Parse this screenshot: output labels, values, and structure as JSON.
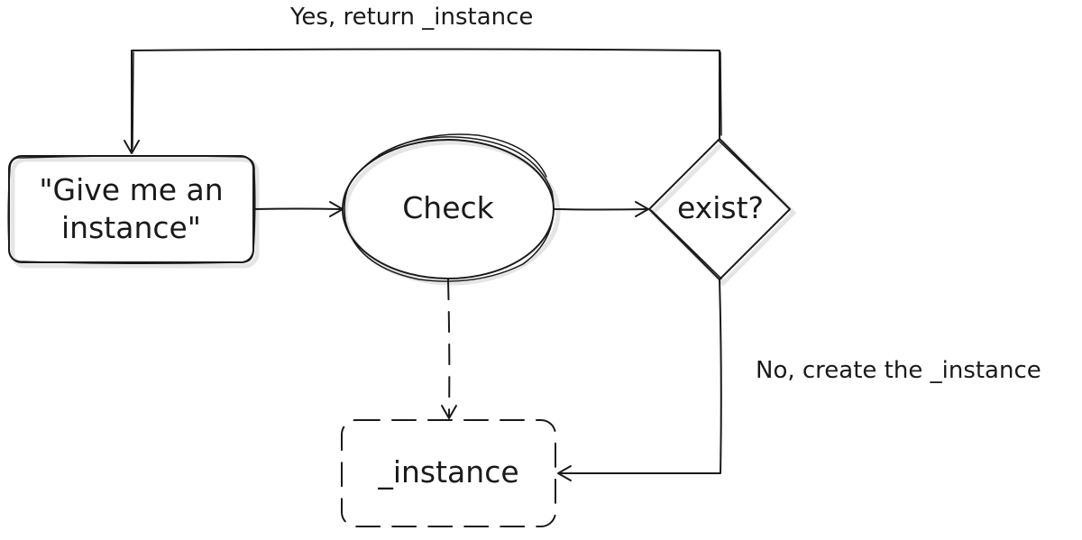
{
  "nodes": {
    "request": {
      "line1": "\"Give me an",
      "line2": "instance\""
    },
    "check": {
      "label": "Check"
    },
    "decision": {
      "label": "exist?"
    },
    "instance": {
      "label": "_instance"
    }
  },
  "edges": {
    "yes": {
      "label": "Yes, return _instance"
    },
    "no": {
      "label": "No, create the _instance"
    }
  },
  "colors": {
    "stroke": "#1a1a1a",
    "background": "#ffffff"
  }
}
